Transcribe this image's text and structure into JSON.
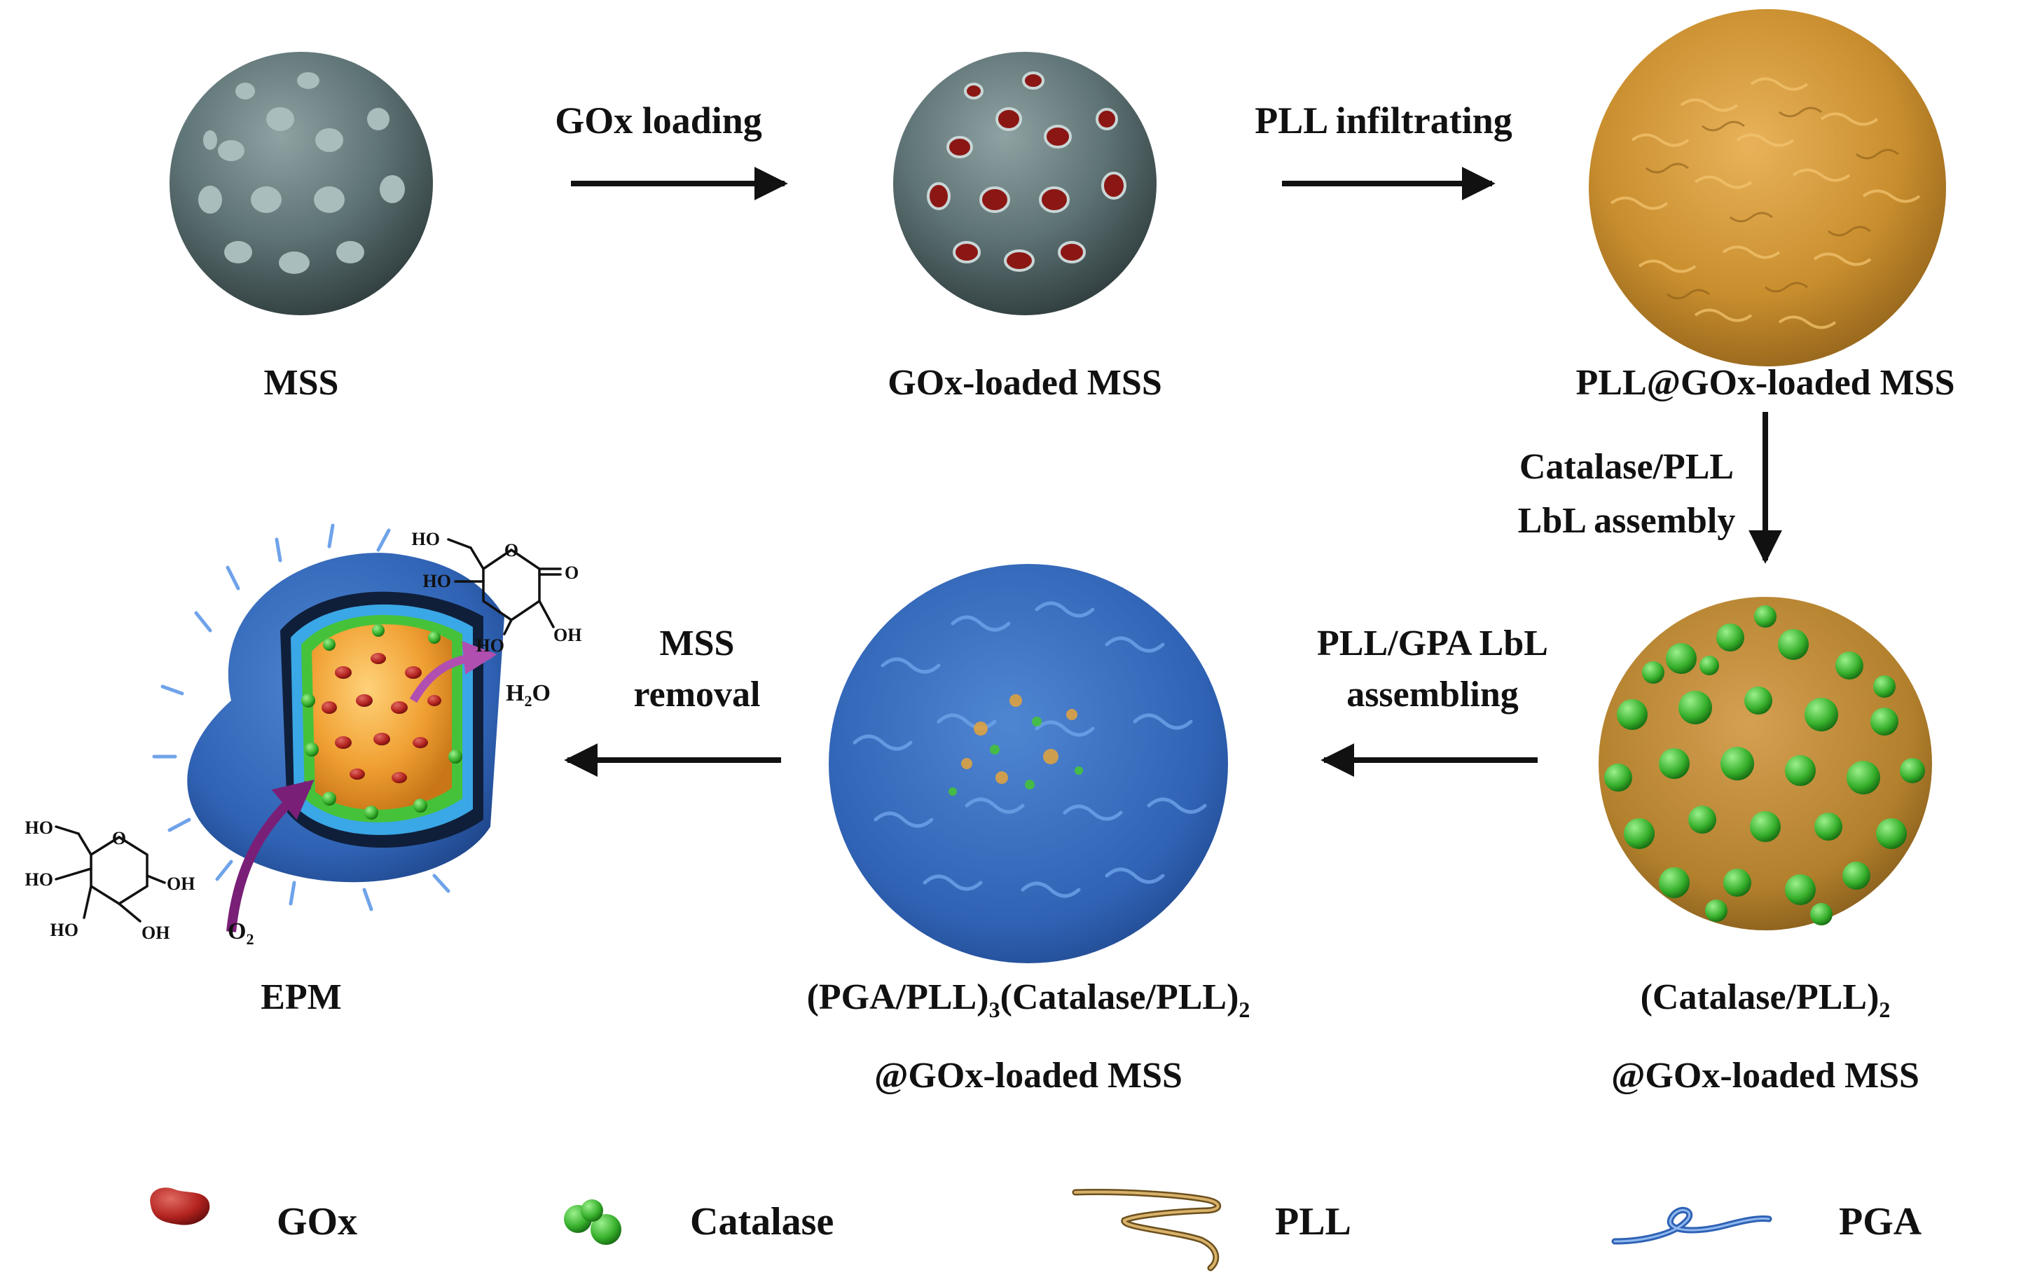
{
  "steps": {
    "mss": "MSS",
    "gox_loading": "GOx loading",
    "gox_loaded_mss": "GOx-loaded MSS",
    "pll_infiltrating": "PLL infiltrating",
    "pll_gox_mss": "PLL@GOx-loaded MSS",
    "catalase_pll_line1": "Catalase/PLL",
    "catalase_pll_line2": "LbL assembly",
    "catalase_result_line1": "(Catalase/PLL)",
    "catalase_result_sub": "2",
    "result_line2": "@GOx-loaded MSS",
    "pll_gpa_line1": "PLL/GPA LbL",
    "pll_gpa_line2": "assembling",
    "pga_result_a": "(PGA/PLL)",
    "pga_result_sub_a": "3",
    "pga_result_b": "(Catalase/PLL)",
    "pga_result_sub_b": "2",
    "mss_removal_line1": "MSS",
    "mss_removal_line2": "removal",
    "epm": "EPM"
  },
  "chemistry": {
    "ho": "HO",
    "oh": "OH",
    "o": "O",
    "h": "H",
    "sub2": "2",
    "water_tail": "O",
    "oxygen": "O"
  },
  "legend": {
    "gox": "GOx",
    "catalase": "Catalase",
    "pll": "PLL",
    "pga": "PGA"
  },
  "colors": {
    "mss_sphere": "#5d7274",
    "gox_red": "#b3231f",
    "catalase_green": "#37b02c",
    "pll_orange": "#c98e2e",
    "pga_blue": "#2f62b4",
    "arrow_purple": "#7a1f78"
  }
}
